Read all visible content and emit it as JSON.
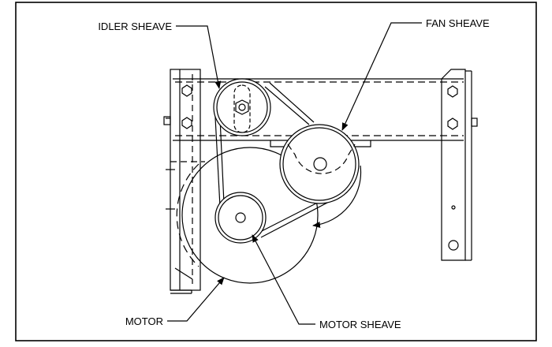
{
  "labels": {
    "idler_sheave": "IDLER SHEAVE",
    "fan_sheave": "FAN SHEAVE",
    "motor": "MOTOR",
    "motor_sheave": "MOTOR SHEAVE"
  }
}
